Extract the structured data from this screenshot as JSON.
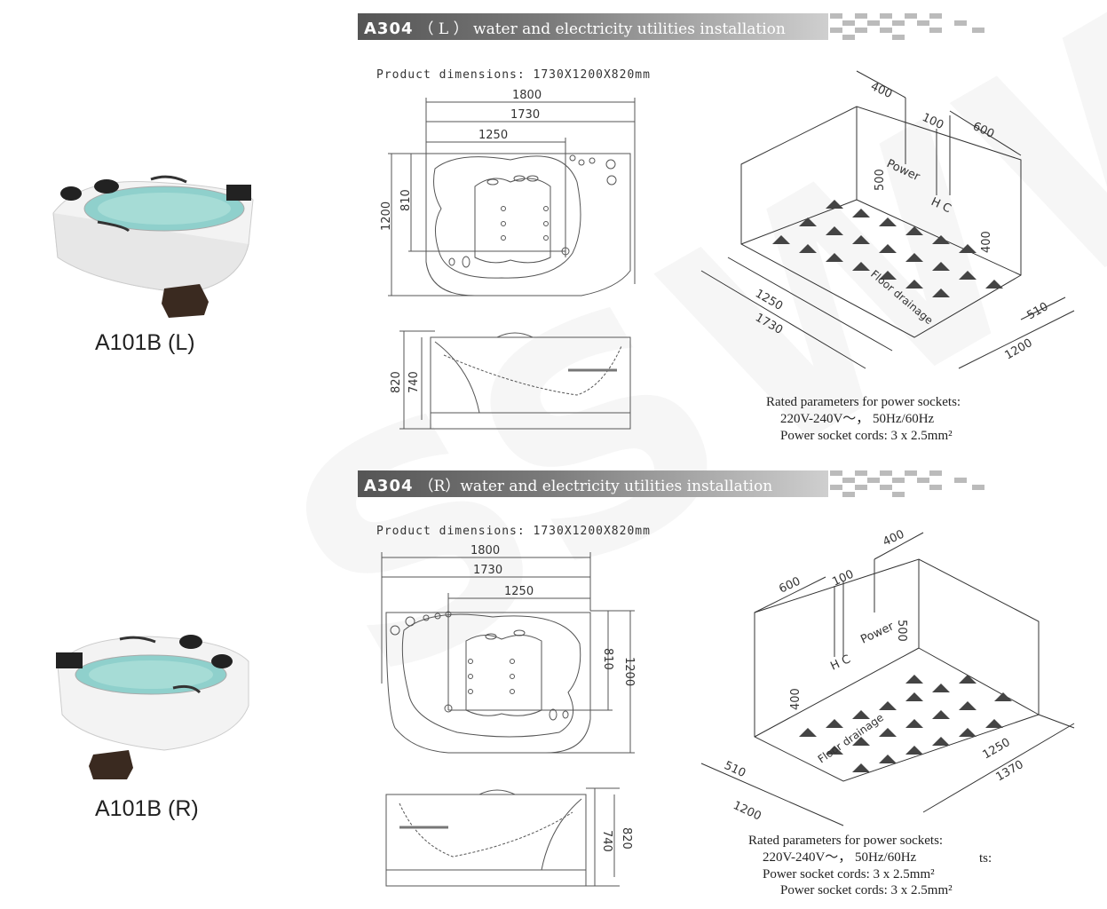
{
  "watermark": "SSWW",
  "sections": [
    {
      "model_code": "A304",
      "hand": "（  L  ）",
      "title": "water and electricity utilities installation",
      "product_dimensions": "Product dimensions: 1730X1200X820mm",
      "model_label": "A101B (L)",
      "dims": {
        "d1800": "1800",
        "d1730": "1730",
        "d1250": "1250",
        "d1200": "1200",
        "d810": "810",
        "d820": "820",
        "d740": "740"
      },
      "install": {
        "d400": "400",
        "d100": "100",
        "d600": "600",
        "d500": "500",
        "power": "Power",
        "hc": "H C",
        "d400b": "400",
        "floor": "Floor drainage",
        "d1250": "1250",
        "d1730": "1730",
        "d510": "510",
        "d1200": "1200"
      },
      "rated": {
        "line1": "Rated parameters for power sockets:",
        "line2": "220V-240V～， 50Hz/60Hz",
        "line3": "Power socket cords: 3 x 2.5mm²"
      }
    },
    {
      "model_code": "A304",
      "hand": "（R）",
      "title": "water and electricity utilities installation",
      "product_dimensions": "Product dimensions: 1730X1200X820mm",
      "model_label": "A101B (R)",
      "dims": {
        "d1800": "1800",
        "d1730": "1730",
        "d1250": "1250",
        "d810": "810",
        "d1200": "1200",
        "d740": "740",
        "d820": "820"
      },
      "install": {
        "d600": "600",
        "d100": "100",
        "d400": "400",
        "power": "Power",
        "d500": "500",
        "hc": "H C",
        "d400b": "400",
        "floor": "Floor drainage",
        "d510": "510",
        "d1200": "1200",
        "d1250": "1250",
        "d1370": "1370"
      },
      "rated": {
        "line1": "Rated parameters for power sockets:",
        "line2": "220V-240V～， 50Hz/60Hz",
        "line3": "Power socket cords: 3 x 2.5mm²",
        "line3_dup": "Power socket cords: 3 x 2.5mm²",
        "stray": "ts:"
      }
    }
  ]
}
